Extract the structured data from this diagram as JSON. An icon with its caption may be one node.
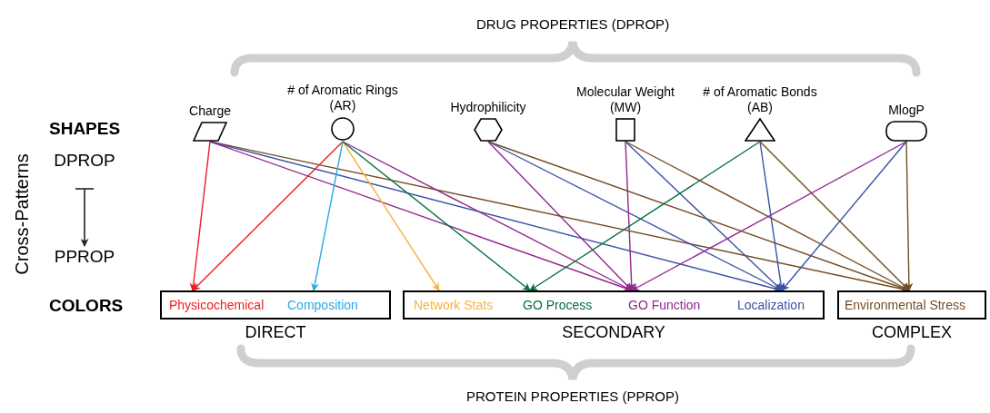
{
  "diagram": {
    "nodes": [
      {
        "text": [
          "Charge"
        ]
      },
      {
        "text": [
          "# of Aromatic Rings (AR)"
        ]
      },
      {
        "text": [
          "Hydrophilicity"
        ]
      },
      {
        "text": [
          "Molecular Weight (MW)"
        ]
      },
      {
        "text": [
          "# of Aromatic Bonds (AB)"
        ]
      },
      {
        "text": [
          "MlogP"
        ]
      },
      {
        "text": [
          "DIRECT"
        ]
      },
      {
        "text": [
          "SECONDARY"
        ]
      },
      {
        "text": [
          "COMPLEX"
        ]
      },
      {
        "text": [
          "Physicochemical"
        ],
        "in": 6
      },
      {
        "text": [
          "Composition"
        ],
        "in": 6
      },
      {
        "text": [
          "Network Stats"
        ],
        "in": 7
      },
      {
        "text": [
          "GO Process"
        ],
        "in": 7
      },
      {
        "text": [
          "GO Function"
        ],
        "in": 7
      },
      {
        "text": [
          "Localization"
        ],
        "in": 7
      },
      {
        "text": [
          "Environmental Stress"
        ],
        "in": 8
      },
      {
        "text": [
          "DPROP"
        ]
      },
      {
        "text": [
          "PPROP"
        ]
      }
    ],
    "edges": [
      {
        "from": 0,
        "to": 9,
        "arrow": "to",
        "color": "#ed1c24"
      },
      {
        "from": 0,
        "to": 15,
        "arrow": "to",
        "color": "#754c24"
      },
      {
        "from": 0,
        "to": 14,
        "arrow": "to",
        "color": "#3953a4"
      },
      {
        "from": 0,
        "to": 13,
        "arrow": "to",
        "color": "#92278f"
      },
      {
        "from": 1,
        "to": 9,
        "arrow": "to",
        "color": "#ed1c24"
      },
      {
        "from": 1,
        "to": 10,
        "arrow": "to",
        "color": "#29abe2"
      },
      {
        "from": 1,
        "to": 11,
        "arrow": "to",
        "color": "#fbb040"
      },
      {
        "from": 1,
        "to": 12,
        "arrow": "to",
        "color": "#00703c"
      },
      {
        "from": 1,
        "to": 13,
        "arrow": "to",
        "color": "#92278f"
      },
      {
        "from": 2,
        "to": 13,
        "arrow": "to",
        "color": "#92278f"
      },
      {
        "from": 2,
        "to": 14,
        "arrow": "to",
        "color": "#3953a4"
      },
      {
        "from": 2,
        "to": 15,
        "arrow": "to",
        "color": "#754c24"
      },
      {
        "from": 3,
        "to": 13,
        "arrow": "to",
        "color": "#92278f"
      },
      {
        "from": 3,
        "to": 14,
        "arrow": "to",
        "color": "#3953a4"
      },
      {
        "from": 3,
        "to": 15,
        "arrow": "to",
        "color": "#754c24"
      },
      {
        "from": 4,
        "to": 12,
        "arrow": "to",
        "color": "#00703c"
      },
      {
        "from": 4,
        "to": 14,
        "arrow": "to",
        "color": "#3953a4"
      },
      {
        "from": 4,
        "to": 15,
        "arrow": "to",
        "color": "#754c24"
      },
      {
        "from": 5,
        "to": 13,
        "arrow": "to",
        "color": "#92278f"
      },
      {
        "from": 5,
        "to": 14,
        "arrow": "to",
        "color": "#3953a4"
      },
      {
        "from": 5,
        "to": 15,
        "arrow": "to",
        "color": "#754c24"
      },
      {
        "from": 16,
        "to": 17,
        "arrow": "to"
      }
    ],
    "labels": [
      "DRUG PROPERTIES (DPROP)",
      "SHAPES",
      "Cross-Patterns",
      "COLORS",
      "PROTEIN PROPERTIES (PPROP)"
    ]
  }
}
